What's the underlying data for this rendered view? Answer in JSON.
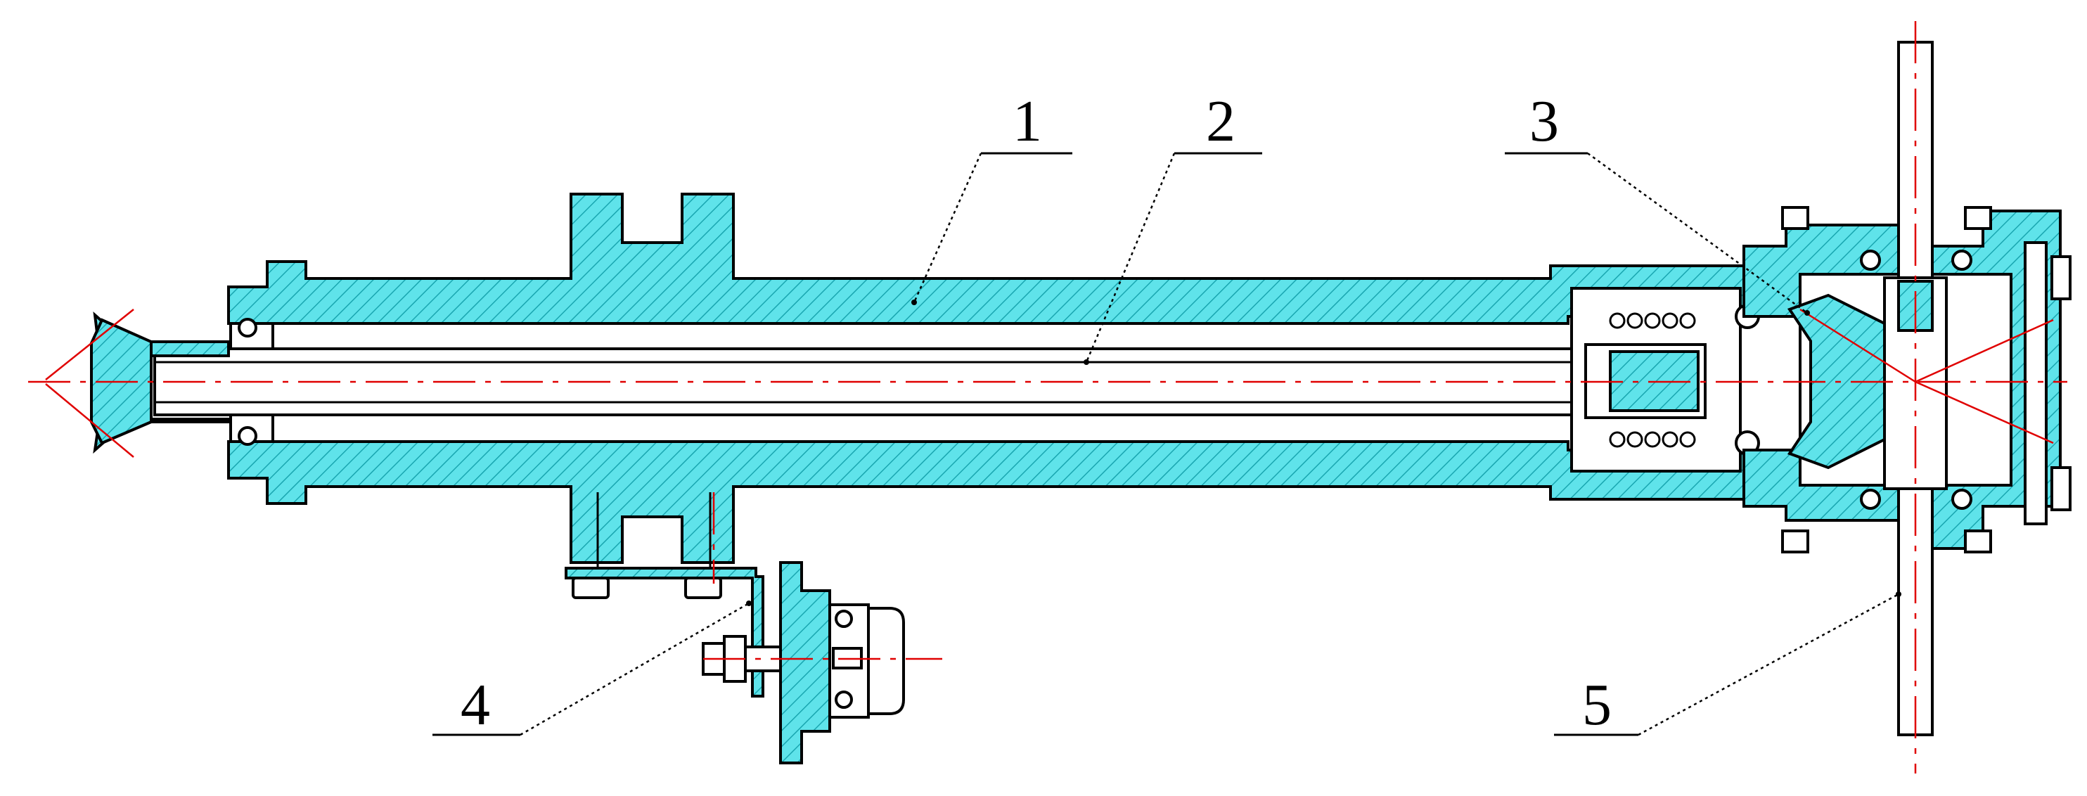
{
  "callouts": [
    {
      "id": "1",
      "text": "1"
    },
    {
      "id": "2",
      "text": "2"
    },
    {
      "id": "3",
      "text": "3"
    },
    {
      "id": "4",
      "text": "4"
    },
    {
      "id": "5",
      "text": "5"
    }
  ],
  "colors": {
    "hatch_fill": "#5fe3ea",
    "hatch_line": "#19a6b0",
    "outline": "#000000",
    "centerline": "#e00000"
  }
}
